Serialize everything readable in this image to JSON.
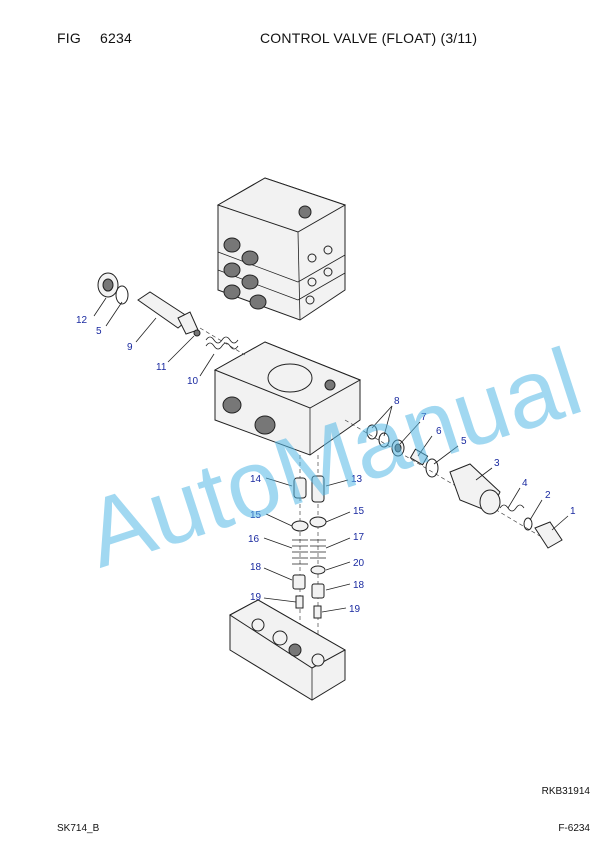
{
  "header": {
    "fig_label": "FIG",
    "fig_number": "6234",
    "title": "CONTROL VALVE (FLOAT) (3/11)"
  },
  "watermark": "AutoManual",
  "callouts": [
    "12",
    "5",
    "9",
    "11",
    "10",
    "8",
    "7",
    "6",
    "5",
    "3",
    "4",
    "2",
    "1",
    "14",
    "13",
    "15",
    "15",
    "16",
    "17",
    "20",
    "18",
    "18",
    "19",
    "19"
  ],
  "footer": {
    "ref_code": "RKB31914",
    "model": "SK714_B",
    "page_code": "F-6234"
  },
  "colors": {
    "callout": "#1a2aa0",
    "watermark": "#54b8e6",
    "line": "#222222"
  }
}
